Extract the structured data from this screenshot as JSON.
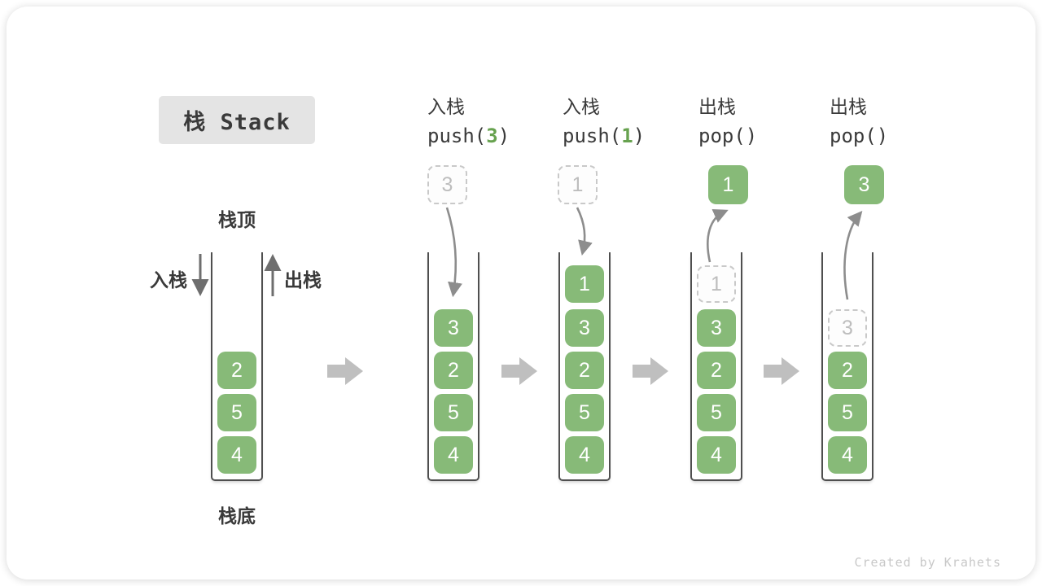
{
  "title": "栈 Stack",
  "watermark": "Created by Krahets",
  "labels": {
    "stack_top": "栈顶",
    "stack_bottom": "栈底",
    "push_side": "入栈",
    "pop_side": "出栈"
  },
  "operations": [
    {
      "name": "入栈",
      "fn": "push(",
      "arg": "3",
      "close": ")"
    },
    {
      "name": "入栈",
      "fn": "push(",
      "arg": "1",
      "close": ")"
    },
    {
      "name": "出栈",
      "fn": "pop(",
      "arg": "",
      "close": ")"
    },
    {
      "name": "出栈",
      "fn": "pop(",
      "arg": "",
      "close": ")"
    }
  ],
  "stacks": [
    {
      "items": [
        "2",
        "5",
        "4"
      ]
    },
    {
      "floating": "3",
      "floating_style": "dashed",
      "items": [
        "3",
        "2",
        "5",
        "4"
      ]
    },
    {
      "floating": "1",
      "floating_style": "dashed",
      "items": [
        "1",
        "3",
        "2",
        "5",
        "4"
      ]
    },
    {
      "floating": "1",
      "floating_style": "solid",
      "ghost": "1",
      "items": [
        "3",
        "2",
        "5",
        "4"
      ]
    },
    {
      "floating": "3",
      "floating_style": "solid",
      "ghost": "3",
      "items": [
        "2",
        "5",
        "4"
      ]
    }
  ],
  "colors": {
    "box_green": "#87ba78",
    "code_green": "#67a24f",
    "wall_gray": "#4f4f4f",
    "ghost_border": "#c9c9c9",
    "ghost_text": "#bdbdbd",
    "curve_arrow": "#8d8d8d",
    "block_arrow": "#bfbfbf",
    "title_bg": "#e4e4e4",
    "text_dark": "#3a3a3a",
    "watermark": "#c8c8c8"
  }
}
